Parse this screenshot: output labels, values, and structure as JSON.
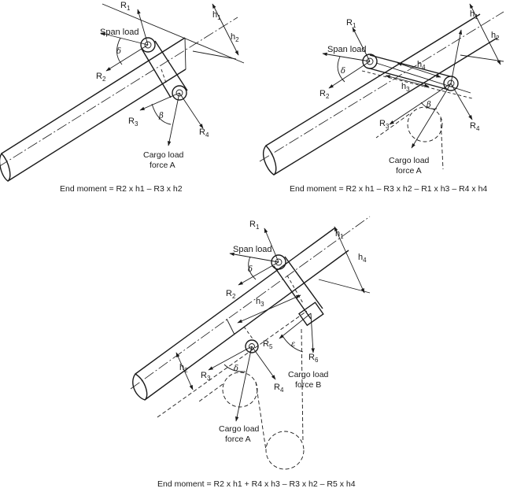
{
  "panel_a": {
    "R1": "R",
    "R1_sub": "1",
    "R2": "R",
    "R2_sub": "2",
    "R3": "R",
    "R3_sub": "3",
    "R4": "R",
    "R4_sub": "4",
    "span_load": "Span load",
    "delta": "δ",
    "beta": "β",
    "h1": "h",
    "h1_sub": "1",
    "h2": "h",
    "h2_sub": "2",
    "cargo_line1": "Cargo load",
    "cargo_line2": "force A",
    "end_moment": "End moment = R2 x h1 – R3 x h2"
  },
  "panel_b": {
    "R1": "R",
    "R1_sub": "1",
    "R2": "R",
    "R2_sub": "2",
    "R3": "R",
    "R3_sub": "3",
    "R4": "R",
    "R4_sub": "4",
    "span_load": "Span load",
    "delta": "δ",
    "beta": "β",
    "h1": "h",
    "h1_sub": "1",
    "h2": "h",
    "h2_sub": "2",
    "h3": "h",
    "h3_sub": "3",
    "h4": "h",
    "h4_sub": "4",
    "cargo_line1": "Cargo load",
    "cargo_line2": "force A",
    "end_moment": "End moment = R2 x h1 – R3 x h2 – R1 x h3 – R4 x h4"
  },
  "panel_c": {
    "R1": "R",
    "R1_sub": "1",
    "R2": "R",
    "R2_sub": "2",
    "R3": "R",
    "R3_sub": "3",
    "R4": "R",
    "R4_sub": "4",
    "R5": "R",
    "R5_sub": "5",
    "R6": "R",
    "R6_sub": "6",
    "span_load": "Span load",
    "delta": "δ",
    "epsilon": "ε",
    "h1": "h",
    "h1_sub": "1",
    "h2": "h",
    "h2_sub": "2",
    "h3": "h",
    "h3_sub": "3",
    "h4": "h",
    "h4_sub": "4",
    "cargo_a_line1": "Cargo load",
    "cargo_a_line2": "force A",
    "cargo_b_line1": "Cargo load",
    "cargo_b_line2": "force B",
    "end_moment": "End moment = R2 x h1 + R4 x h3 – R3 x h2 – R5 x h4"
  }
}
